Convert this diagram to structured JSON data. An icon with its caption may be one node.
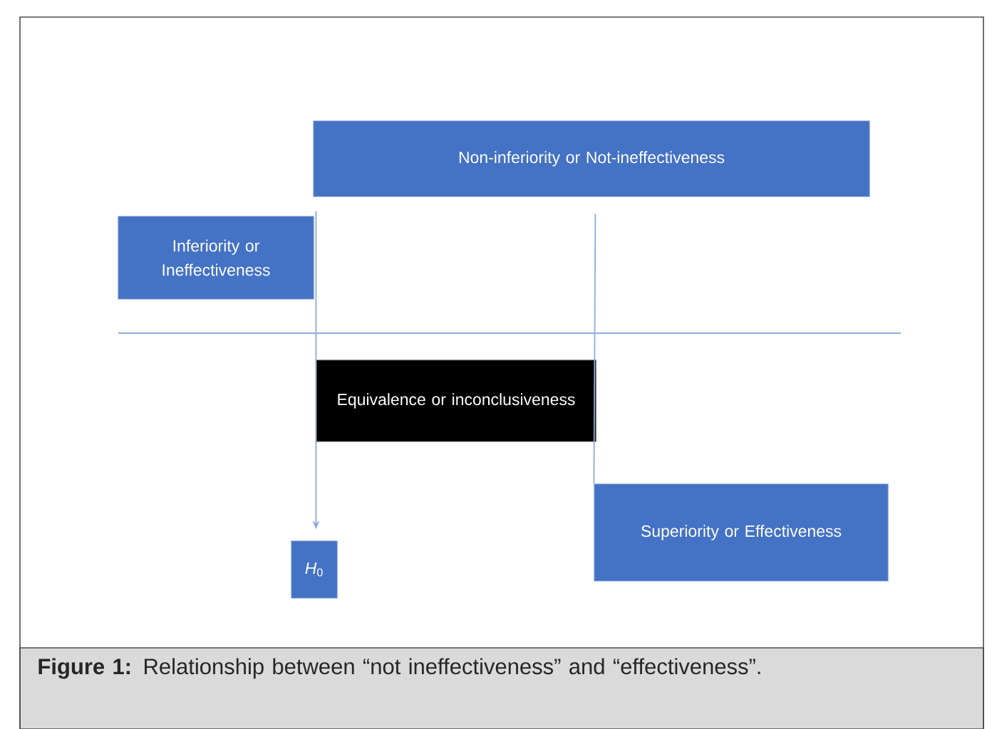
{
  "diagram": {
    "caption": "**Figure 1:** Relationship between “not ineffectiveness” and “effectiveness”.",
    "nodes": [
      {
        "text": [
          "Non-inferiority  or  Not-ineffectiveness"
        ]
      },
      {
        "text": [
          "Inferiority or Ineffectiveness"
        ]
      },
      {
        "text": [
          "Equivalence or inconclusiveness"
        ]
      },
      {
        "text": [
          "Superiority or Effectiveness"
        ]
      },
      {
        "text": [
          "*H*$_{0}$"
        ]
      }
    ],
    "edges": [
      {
        "from": 0,
        "to": 4,
        "arrow": "to"
      },
      {
        "from": 0,
        "to": 3,
        "arrow": "none"
      }
    ]
  }
}
